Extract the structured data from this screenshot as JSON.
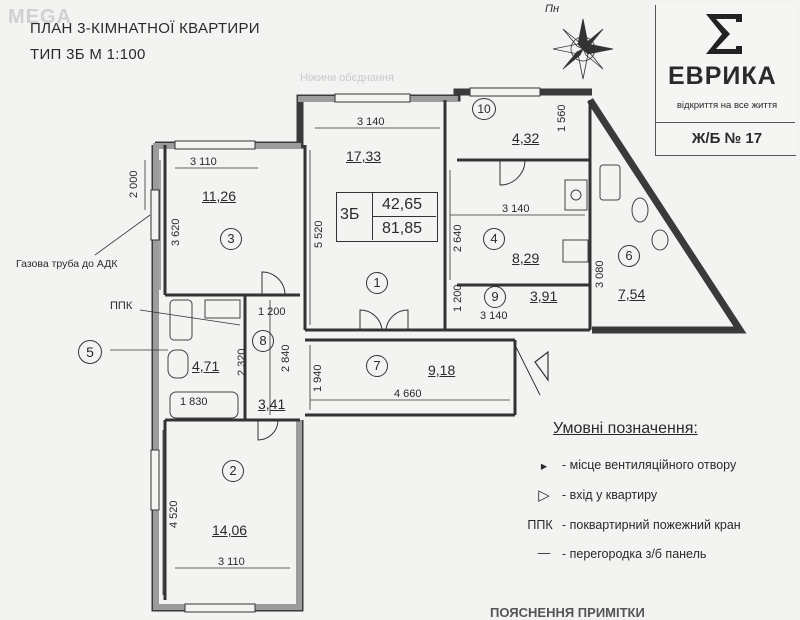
{
  "watermark": "MEGA",
  "header": {
    "title": "ПЛАН 3-КІМНАТНОЇ КВАРТИРИ",
    "subtitle": "ТИП 3Б   М 1:100"
  },
  "compass": {
    "label": "Пн"
  },
  "brand": {
    "name": "ЕВРИКА",
    "tagline": "відкриття на все життя",
    "doc": "Ж/Б № 17"
  },
  "apartment": {
    "type": "3Б",
    "living_area": "42,65",
    "total_area": "81,85"
  },
  "rooms": [
    {
      "number": "1",
      "area": "17,33"
    },
    {
      "number": "2",
      "area": "14,06"
    },
    {
      "number": "3",
      "area": "11,26"
    },
    {
      "number": "4",
      "area": "8,29"
    },
    {
      "number": "5",
      "area": "4,71"
    },
    {
      "number": "6",
      "area": "7,54"
    },
    {
      "number": "7",
      "area": "9,18"
    },
    {
      "number": "8",
      "area": "3,41"
    },
    {
      "number": "9",
      "area": "3,91"
    },
    {
      "number": "10",
      "area": "4,32"
    }
  ],
  "dimensions": {
    "d3110_top": "3 110",
    "d3140_top": "3 140",
    "d1560": "1 560",
    "d2000": "2 000",
    "d3620": "3 620",
    "d5520": "5 520",
    "d3140_kitchen": "3 140",
    "d2640": "2 640",
    "d3080": "3 080",
    "d1200_left": "1 200",
    "d1200_right": "1 200",
    "d3140_small": "3 140",
    "d2320": "2 320",
    "d2840": "2 840",
    "d1940": "1 940",
    "d1830": "1 830",
    "d4660": "4 660",
    "d4520": "4 520",
    "d3110_bottom": "3 110"
  },
  "annotations": {
    "gas_pipe": "Газова труба до АДК",
    "ppk_label": "ППК"
  },
  "legend": {
    "title": "Умовні позначення:",
    "items": [
      {
        "symbol": "▸",
        "text": "- місце вентиляційного отвору"
      },
      {
        "symbol": "▷",
        "text": "- вхід у квартиру"
      },
      {
        "symbol": "ППК",
        "text": "- поквартирний пожежний кран"
      },
      {
        "symbol": "—",
        "text": "- перегородка з/б панель"
      }
    ]
  },
  "faint_text": {
    "heading": "Ніжини обєднання",
    "footer": "ПОЯСНЕННЯ ПРИМІТКИ"
  }
}
